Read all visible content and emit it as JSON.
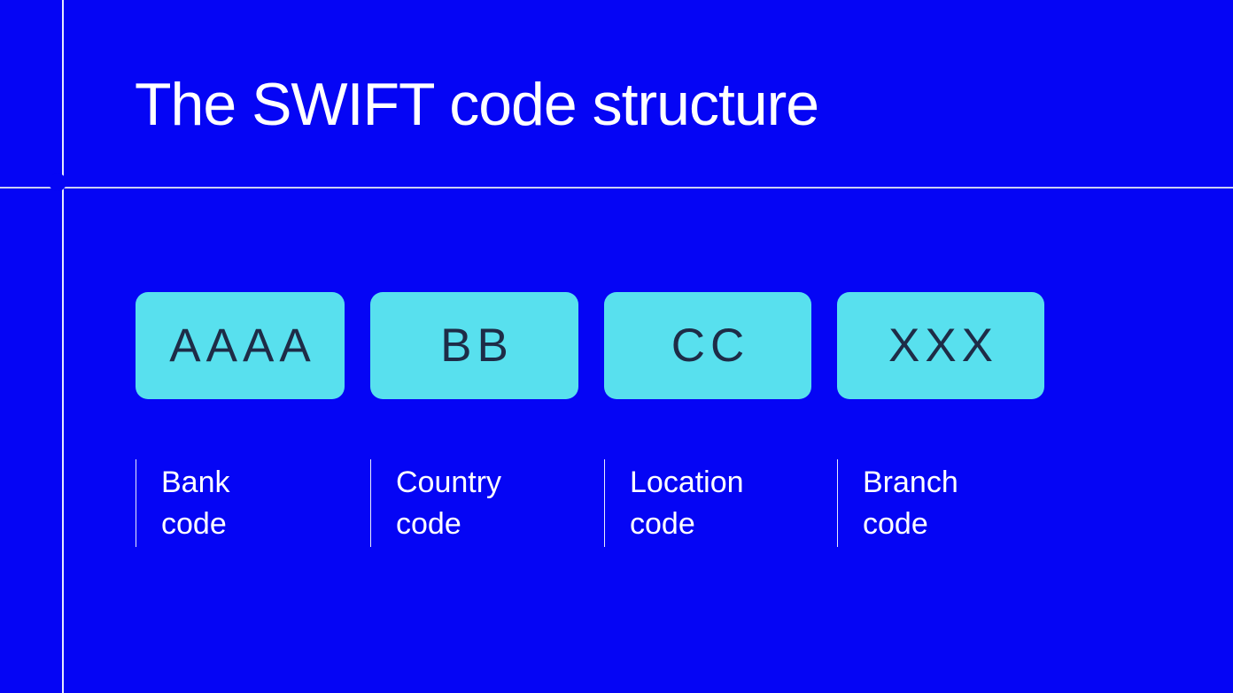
{
  "slide": {
    "title": "The SWIFT code structure",
    "segments": [
      {
        "code": "AAAA",
        "label": "Bank code"
      },
      {
        "code": "BB",
        "label": "Country code"
      },
      {
        "code": "CC",
        "label": "Location code"
      },
      {
        "code": "XXX",
        "label": "Branch code"
      }
    ],
    "colors": {
      "background": "#0505f5",
      "box_fill": "#58e0ee",
      "box_text": "#1e2c47",
      "title_text": "#ffffff",
      "guide_line": "#e9eef8",
      "marker_dot": "#69e0f0"
    }
  }
}
